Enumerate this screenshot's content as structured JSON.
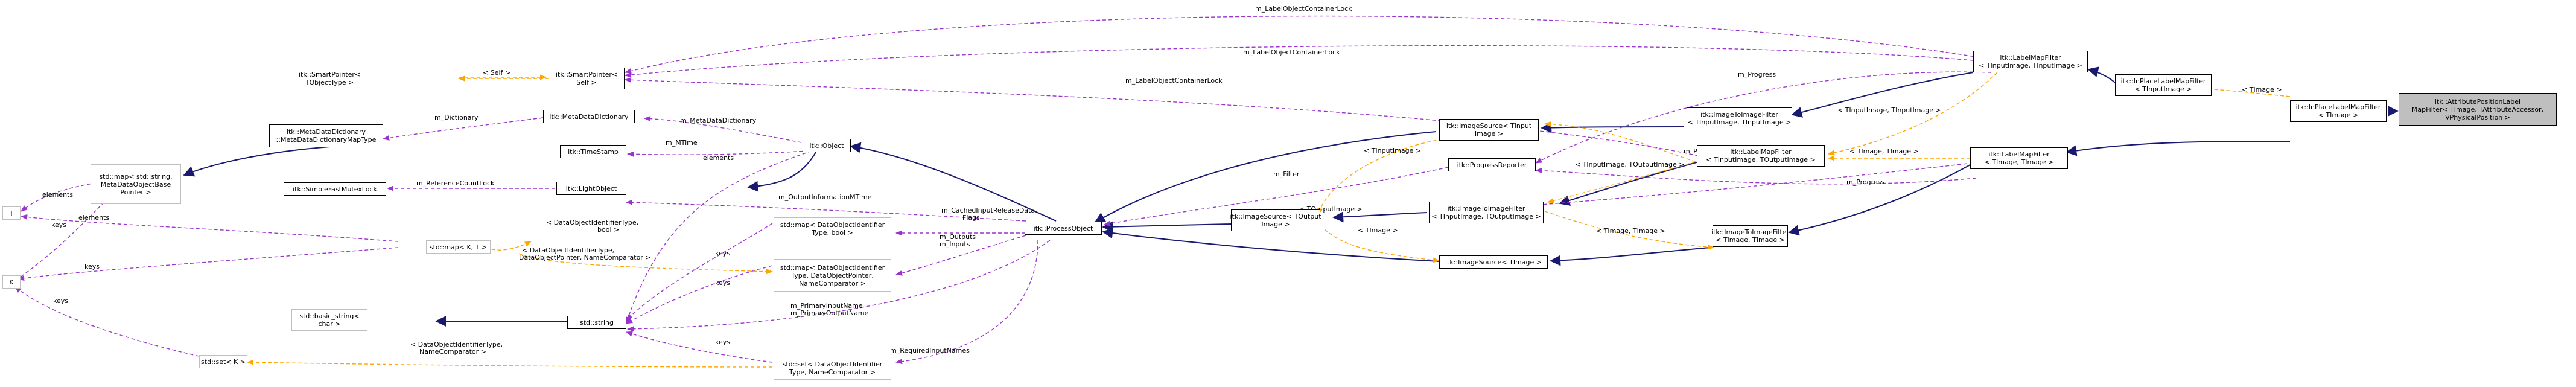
{
  "nodes": {
    "attr_filter": [
      "itk::AttributePositionLabel",
      "MapFilter< TImage, TAttributeAccessor,",
      " VPhysicalPosition >"
    ],
    "inplace_label_map_filter_timage": [
      "itk::InPlaceLabelMapFilter",
      "< TImage >"
    ],
    "inplace_label_map_filter_tinput": [
      "itk::InPlaceLabelMapFilter",
      "< TInputImage >"
    ],
    "label_map_filter_tinput": [
      "itk::LabelMapFilter",
      "< TInputImage, TInputImage >"
    ],
    "label_map_filter_timage": [
      "itk::LabelMapFilter",
      "< TImage, TImage >"
    ],
    "label_map_filter_generic": [
      "itk::LabelMapFilter",
      "< TInputImage, TOutputImage >"
    ],
    "image_to_image_filter_tinput": [
      "itk::ImageToImageFilter",
      "< TInputImage, TInputImage >"
    ],
    "image_to_image_filter_generic": [
      "itk::ImageToImageFilter",
      "< TInputImage, TOutputImage >"
    ],
    "image_to_image_filter_timage": [
      "itk::ImageToImageFilter",
      "< TImage, TImage >"
    ],
    "image_source_tinput": [
      "itk::ImageSource< TInput",
      "Image >"
    ],
    "image_source_toutput": [
      "itk::ImageSource< TOutput",
      "Image >"
    ],
    "image_source_timage": [
      "itk::ImageSource< TImage >"
    ],
    "progress_reporter": [
      "itk::ProgressReporter"
    ],
    "process_object": [
      "itk::ProcessObject"
    ],
    "object": [
      "itk::Object"
    ],
    "light_object": [
      "itk::LightObject"
    ],
    "smart_pointer_self": [
      "itk::SmartPointer<",
      " Self >"
    ],
    "smart_pointer_tobject": [
      "itk::SmartPointer<",
      " TObjectType >"
    ],
    "meta_data_dictionary": [
      "itk::MetaDataDictionary"
    ],
    "meta_data_dictionary_class": [
      "itk::MetaDataDictionary",
      "::MetaDataDictionaryMapType"
    ],
    "time_stamp": [
      "itk::TimeStamp"
    ],
    "simple_fast_mutex_lock": [
      "itk::SimpleFastMutexLock"
    ],
    "std_map_string": [
      "std::map< std::string,",
      " MetaDataObjectBase",
      "Pointer >"
    ],
    "std_map_kt": [
      "std::map< K, T >"
    ],
    "std_map_bool": [
      "std::map< DataObjectIdentifier",
      "Type, bool >"
    ],
    "std_map_dataobject": [
      "std::map< DataObjectIdentifier",
      "Type, DataObjectPointer,",
      " NameComparator >"
    ],
    "std_set_dataobject": [
      "std::set< DataObjectIdentifier",
      "Type, NameComparator >"
    ],
    "std_set_k": [
      "std::set< K >"
    ],
    "std_string": [
      "std::string"
    ],
    "std_basic_string": [
      "std::basic_string<",
      " char >"
    ],
    "tpl_t": [
      "T"
    ],
    "tpl_k": [
      "K"
    ]
  },
  "edge_labels": {
    "label_object_container_lock": "m_LabelObjectContainerLock",
    "self": "< Self >",
    "dictionary": "m_Dictionary",
    "meta_data_dictionary": "m_MetaDataDictionary",
    "mtime": "m_MTime",
    "elements": "elements",
    "reference_count_lock": "m_ReferenceCountLock",
    "keys": "keys",
    "output_information_mtime": "m_OutputInformationMTime",
    "cached_input_release_data_flags": [
      "m_CachedInputReleaseData",
      "Flags"
    ],
    "outputs_inputs": [
      "m_Outputs",
      "m_Inputs"
    ],
    "primary_names": [
      "m_PrimaryInputName",
      "m_PrimaryOutputName"
    ],
    "required_input_names": "m_RequiredInputNames",
    "filter": "m_Filter",
    "progress": "m_Progress",
    "tinput_image": "< TInputImage >",
    "toutput_image": "< TOutputImage >",
    "timage": "< TImage >",
    "tinput_tinput": "< TInputImage, TInputImage >",
    "tinput_toutput": "< TInputImage, TOutputImage >",
    "timage_timage": "< TImage, TImage >",
    "map_kt_bool": [
      "< DataObjectIdentifierType,",
      " bool >"
    ],
    "map_kt_pointer": [
      "< DataObjectIdentifierType,",
      " DataObjectPointer, NameComparator >"
    ],
    "set_k_comparator": [
      "< DataObjectIdentifierType,",
      " NameComparator >"
    ]
  }
}
